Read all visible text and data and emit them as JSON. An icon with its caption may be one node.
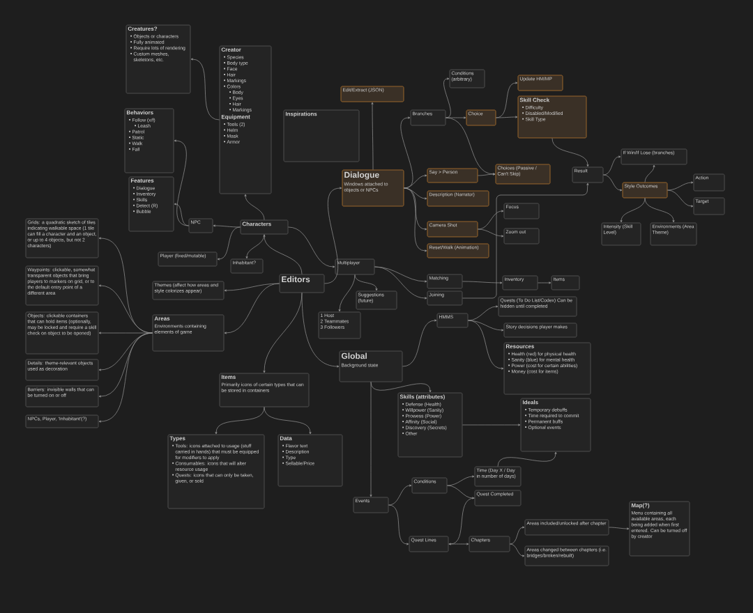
{
  "diagram": {
    "nodes": [
      {
        "text": [
          "Creatures?",
          "Objects or characters",
          "Fully animated",
          "Require lots of rendering",
          "Custom meshes, skeletons, etc."
        ]
      },
      {
        "text": [
          "Creator",
          "Species",
          "Body type",
          "Face",
          "Hair",
          "Markings",
          "Colors",
          "Body",
          "Eyes",
          "Hair",
          "Markings",
          "Equipment",
          "Tools (2)",
          "Helm",
          "Mask",
          "Armor"
        ]
      },
      {
        "text": [
          "Inspirations"
        ]
      },
      {
        "text": [
          "Edit/Extract (JSON)"
        ]
      },
      {
        "text": [
          "Conditions (arbitrary)"
        ]
      },
      {
        "text": [
          "Branches"
        ]
      },
      {
        "text": [
          "Choice"
        ]
      },
      {
        "text": [
          "Update HM/MP"
        ]
      },
      {
        "text": [
          "Skill Check",
          "Difficulty",
          "Disabled/Modified",
          "Skill Type"
        ]
      },
      {
        "text": [
          "Behaviors",
          "Follow (x/f)",
          "Leash",
          "Patrol",
          "Static",
          "Walk",
          "Fall"
        ]
      },
      {
        "text": [
          "Features",
          "Dialogue",
          "Inventory",
          "Skills",
          "Detect (R)",
          "Bubble"
        ]
      },
      {
        "text": [
          "Dialogue",
          "Windows attached to objects or NPCs"
        ]
      },
      {
        "text": [
          "Say > Person"
        ]
      },
      {
        "text": [
          "Choices (Passive / Can't Skip)"
        ]
      },
      {
        "text": [
          "Description (Narrator)"
        ]
      },
      {
        "text": [
          "Result"
        ]
      },
      {
        "text": [
          "If Win/If Lose (branches)"
        ]
      },
      {
        "text": [
          "Style Outcomes"
        ]
      },
      {
        "text": [
          "Action"
        ]
      },
      {
        "text": [
          "Target"
        ]
      },
      {
        "text": [
          "NPC"
        ]
      },
      {
        "text": [
          "Characters"
        ]
      },
      {
        "text": [
          "Grids: a quadratic sketch of tiles indicating walkable space (1 tile can fill a character and an object, or up to 4 objects, but not 2 characters)"
        ]
      },
      {
        "text": [
          "Camera Shot"
        ]
      },
      {
        "text": [
          "Focus"
        ]
      },
      {
        "text": [
          "Zoom out"
        ]
      },
      {
        "text": [
          "Intensity (Skill Level)"
        ]
      },
      {
        "text": [
          "Environments (Area Theme)"
        ]
      },
      {
        "text": [
          "Reset/Walk (Animation)"
        ]
      },
      {
        "text": [
          "Player (fixed/mutable)"
        ]
      },
      {
        "text": [
          "Inhabitant?"
        ]
      },
      {
        "text": [
          "Multiplayer"
        ]
      },
      {
        "text": [
          "Waypoints: clickable, somewhat transparent objects that bring players to markers on grid, or to the default entry point of a different area"
        ]
      },
      {
        "text": [
          "Editors"
        ]
      },
      {
        "text": [
          "Matching"
        ]
      },
      {
        "text": [
          "Inventory"
        ]
      },
      {
        "text": [
          "Items"
        ]
      },
      {
        "text": [
          "Themes (affect how areas and style colorizes appear)"
        ]
      },
      {
        "text": [
          "Joining"
        ]
      },
      {
        "text": [
          "Suggestions (future)"
        ]
      },
      {
        "text": [
          "Quests (To Do List/Codex) Can be hidden until completed"
        ]
      },
      {
        "text": [
          "1 Host",
          "2 Teammates",
          "3 Followers"
        ]
      },
      {
        "text": [
          "Objects: clickable containers that can hold items (optionally, may be locked and require a skill check on object to be opened)"
        ]
      },
      {
        "text": [
          "Areas",
          "Environments containing elements of game"
        ]
      },
      {
        "text": [
          "HMMS"
        ]
      },
      {
        "text": [
          "Story decisions player makes"
        ]
      },
      {
        "text": [
          "Resources",
          "Health (red) for physical health",
          "Sanity (blue) for mental health",
          "Power (cost for certain abilities)",
          "Money (cost for items)"
        ]
      },
      {
        "text": [
          "Global",
          "Background state"
        ]
      },
      {
        "text": [
          "Details: theme-relevant objects used as decoration"
        ]
      },
      {
        "text": [
          "Items",
          "Primarily icons of certain types that can be stored in containers"
        ]
      },
      {
        "text": [
          "Barriers: invisible walls that can be turned on or off"
        ]
      },
      {
        "text": [
          "Skills (attributes)",
          "Defense (Health)",
          "Willpower (Sanity)",
          "Prowess (Power)",
          "Affinity (Social)",
          "Discovery (Secrets)",
          "Other"
        ]
      },
      {
        "text": [
          "Ideals",
          "Temporary debuffs",
          "Time required to commit",
          "Permanent buffs",
          "Optional events"
        ]
      },
      {
        "text": [
          "NPCs, Player, 'Inhabitant'(?)"
        ]
      },
      {
        "text": [
          "Types",
          "Tools: icons attached to usage (stuff carried in hands) that must be equipped for modifiers to apply",
          "Consumables: icons that will alter resource usage",
          "Quests: icons that can only be taken, given, or sold"
        ]
      },
      {
        "text": [
          "Data",
          "Flavor text",
          "Description",
          "Type",
          "Sellable/Price"
        ]
      },
      {
        "text": [
          "Time (Day X / Day in number of days)"
        ]
      },
      {
        "text": [
          "Conditions"
        ]
      },
      {
        "text": [
          "Quest Completed"
        ]
      },
      {
        "text": [
          "Events"
        ]
      },
      {
        "text": [
          "Map(?)",
          "Menu containing all available areas, each being added when first entered. Can be turned off by creator"
        ]
      },
      {
        "text": [
          "Areas included/unlocked after chapter"
        ]
      },
      {
        "text": [
          "Quest Lines"
        ]
      },
      {
        "text": [
          "Chapters"
        ]
      },
      {
        "text": [
          "Areas changed between chapters (i.e. bridges/broken/rebuilt)"
        ]
      }
    ],
    "edges": [
      {
        "from": 1,
        "to": 0,
        "arrow": "to"
      },
      {
        "from": 21,
        "to": 1,
        "arrow": "to"
      },
      {
        "from": 20,
        "to": 9,
        "arrow": "to"
      },
      {
        "from": 20,
        "to": 10,
        "arrow": "to"
      },
      {
        "from": 21,
        "to": 20,
        "arrow": "to"
      },
      {
        "from": 21,
        "to": 29,
        "arrow": "to"
      },
      {
        "from": 21,
        "to": 30,
        "arrow": "to"
      },
      {
        "from": 21,
        "to": 31,
        "arrow": "to"
      },
      {
        "from": 33,
        "to": 21,
        "arrow": "to"
      },
      {
        "from": 33,
        "to": 11,
        "arrow": "to"
      },
      {
        "from": 33,
        "to": 37,
        "arrow": "to"
      },
      {
        "from": 33,
        "to": 43,
        "arrow": "to"
      },
      {
        "from": 33,
        "to": 49,
        "arrow": "to"
      },
      {
        "from": 33,
        "to": 47,
        "arrow": "to"
      },
      {
        "from": 43,
        "to": 22,
        "arrow": "to"
      },
      {
        "from": 43,
        "to": 32,
        "arrow": "to"
      },
      {
        "from": 43,
        "to": 42,
        "arrow": "to"
      },
      {
        "from": 43,
        "to": 48,
        "arrow": "to"
      },
      {
        "from": 43,
        "to": 50,
        "arrow": "to"
      },
      {
        "from": 43,
        "to": 53,
        "arrow": "to"
      },
      {
        "from": 49,
        "to": 54,
        "arrow": "to"
      },
      {
        "from": 49,
        "to": 55,
        "arrow": "to"
      },
      {
        "from": 47,
        "to": 44,
        "arrow": "to"
      },
      {
        "from": 47,
        "to": 51,
        "arrow": "to"
      },
      {
        "from": 47,
        "to": 59,
        "arrow": "to"
      },
      {
        "from": 59,
        "to": 57,
        "arrow": "to"
      },
      {
        "from": 59,
        "to": 62,
        "arrow": "to"
      },
      {
        "from": 57,
        "to": 56,
        "arrow": "to"
      },
      {
        "from": 57,
        "to": 58,
        "arrow": "to"
      },
      {
        "from": 58,
        "to": 62,
        "arrow": "to"
      },
      {
        "from": 62,
        "to": 63,
        "arrow": "to"
      },
      {
        "from": 63,
        "to": 61,
        "arrow": "to"
      },
      {
        "from": 63,
        "to": 64,
        "arrow": "to"
      },
      {
        "from": 61,
        "to": 60,
        "arrow": "to"
      },
      {
        "from": 56,
        "to": 52,
        "arrow": "to"
      },
      {
        "from": 51,
        "to": 52,
        "arrow": "to"
      },
      {
        "from": 44,
        "to": 40,
        "arrow": "to"
      },
      {
        "from": 44,
        "to": 45,
        "arrow": "to"
      },
      {
        "from": 44,
        "to": 46,
        "arrow": "to"
      },
      {
        "from": 31,
        "to": 39,
        "arrow": "to"
      },
      {
        "from": 31,
        "to": 41,
        "arrow": "to"
      },
      {
        "from": 31,
        "to": 34,
        "arrow": "to"
      },
      {
        "from": 31,
        "to": 38,
        "arrow": "to"
      },
      {
        "from": 34,
        "to": 35,
        "arrow": "to"
      },
      {
        "from": 35,
        "to": 36,
        "arrow": "to"
      },
      {
        "from": 38,
        "to": 15,
        "arrow": "to"
      },
      {
        "from": 11,
        "to": 3,
        "arrow": "to"
      },
      {
        "from": 11,
        "to": 5,
        "arrow": "to"
      },
      {
        "from": 11,
        "to": 12,
        "arrow": "to"
      },
      {
        "from": 11,
        "to": 14,
        "arrow": "to"
      },
      {
        "from": 11,
        "to": 23,
        "arrow": "to"
      },
      {
        "from": 11,
        "to": 28,
        "arrow": "to"
      },
      {
        "from": 5,
        "to": 4,
        "arrow": "to"
      },
      {
        "from": 5,
        "to": 6,
        "arrow": "to"
      },
      {
        "from": 5,
        "to": 13,
        "arrow": "to"
      },
      {
        "from": 6,
        "to": 7,
        "arrow": "to"
      },
      {
        "from": 6,
        "to": 8,
        "arrow": "to"
      },
      {
        "from": 12,
        "to": 13,
        "arrow": "to"
      },
      {
        "from": 8,
        "to": 15,
        "arrow": "to"
      },
      {
        "from": 23,
        "to": 24,
        "arrow": "to"
      },
      {
        "from": 23,
        "to": 25,
        "arrow": "to"
      },
      {
        "from": 15,
        "to": 16,
        "arrow": "to"
      },
      {
        "from": 15,
        "to": 17,
        "arrow": "to"
      },
      {
        "from": 17,
        "to": 16,
        "arrow": "to"
      },
      {
        "from": 17,
        "to": 18,
        "arrow": "to"
      },
      {
        "from": 17,
        "to": 19,
        "arrow": "to"
      },
      {
        "from": 17,
        "to": 26,
        "arrow": "to"
      },
      {
        "from": 17,
        "to": 27,
        "arrow": "to"
      }
    ]
  }
}
